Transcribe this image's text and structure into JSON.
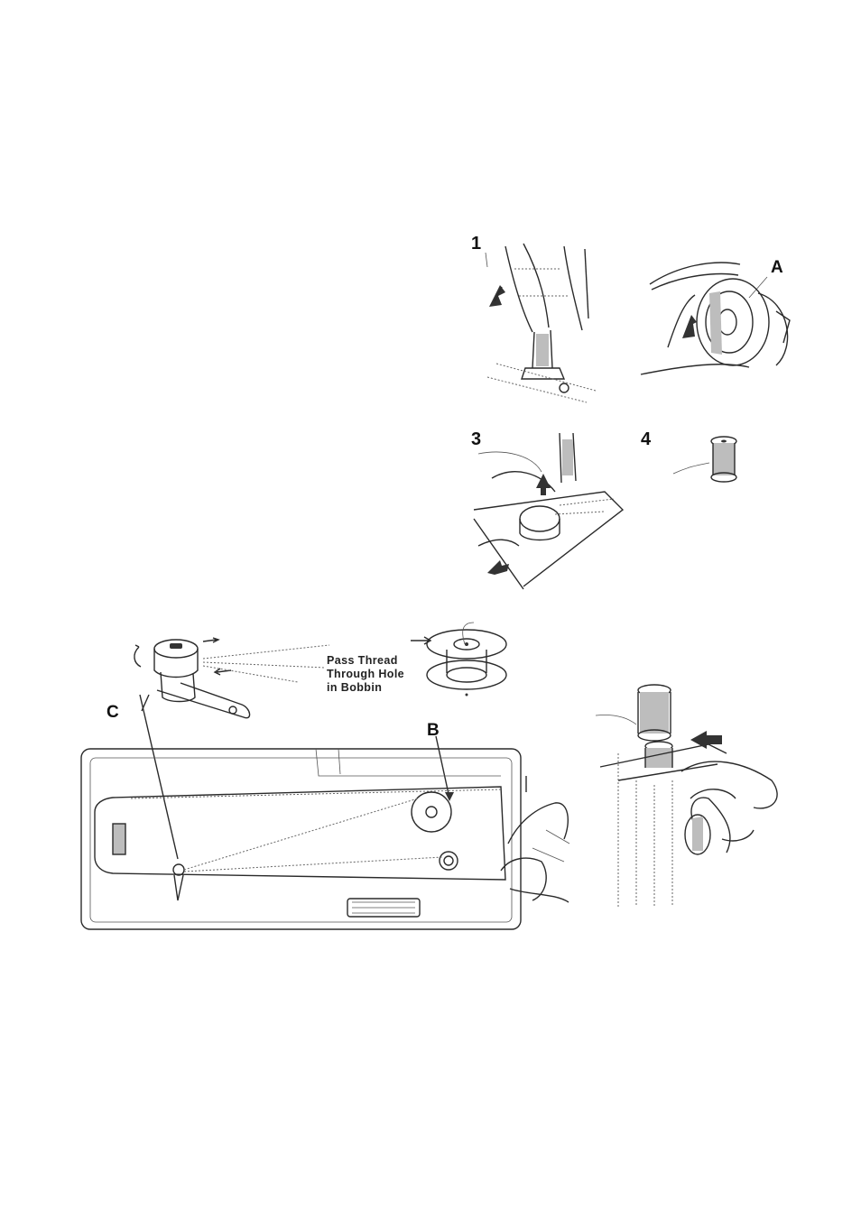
{
  "figures": {
    "step1": {
      "number": "1"
    },
    "step2": {
      "label_a": "A"
    },
    "step3": {
      "number": "3"
    },
    "step4": {
      "number": "4"
    },
    "winder": {
      "label_c": "C",
      "label_b": "B"
    },
    "bobbin_caption": {
      "line1": "Pass Thread",
      "line2": "Through Hole",
      "line3": "in Bobbin"
    }
  }
}
